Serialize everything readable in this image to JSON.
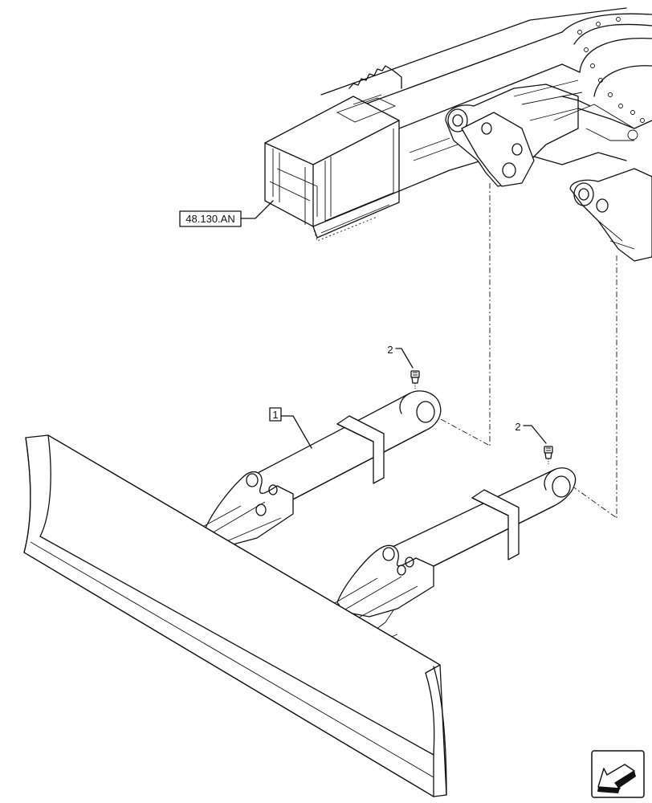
{
  "labels": {
    "reference": "48.130.AN",
    "item_1": "1",
    "item_2a": "2",
    "item_2b": "2"
  },
  "icons": {
    "navigation": "arrow-icon"
  }
}
